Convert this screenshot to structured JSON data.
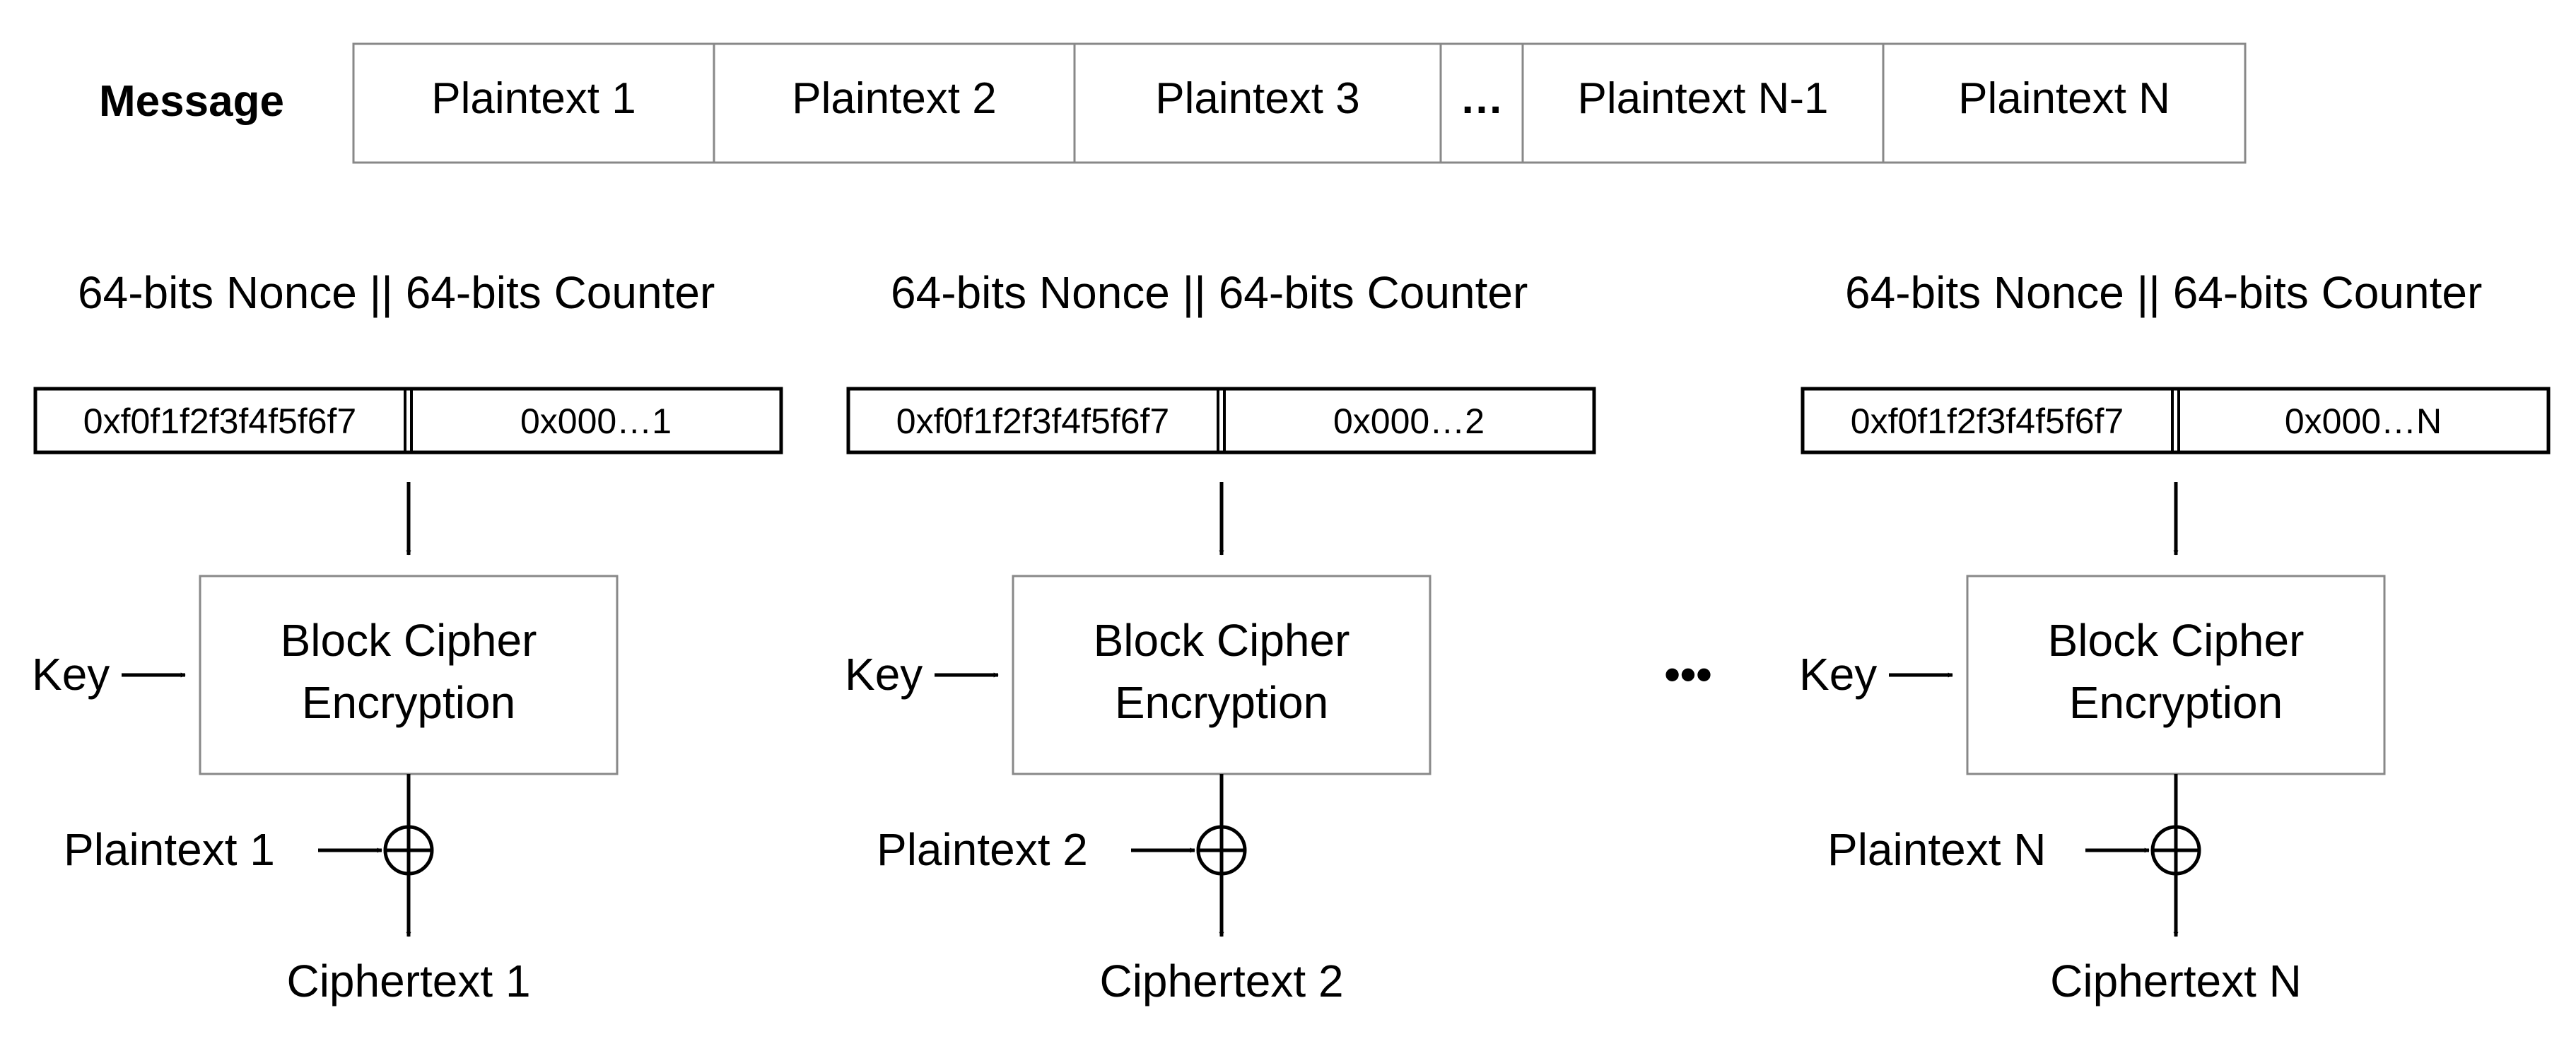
{
  "message": {
    "label": "Message",
    "blocks": [
      "Plaintext 1",
      "Plaintext 2",
      "Plaintext 3",
      "…",
      "Plaintext N-1",
      "Plaintext N"
    ]
  },
  "stages": [
    {
      "header": "64-bits Nonce || 64-bits Counter",
      "nonce": "0xf0f1f2f3f4f5f6f7",
      "counter": "0x000…1",
      "key": "Key",
      "cipher_line1": "Block Cipher",
      "cipher_line2": "Encryption",
      "plaintext": "Plaintext 1",
      "ciphertext": "Ciphertext 1"
    },
    {
      "header": "64-bits Nonce || 64-bits Counter",
      "nonce": "0xf0f1f2f3f4f5f6f7",
      "counter": "0x000…2",
      "key": "Key",
      "cipher_line1": "Block Cipher",
      "cipher_line2": "Encryption",
      "plaintext": "Plaintext 2",
      "ciphertext": "Ciphertext 2"
    },
    {
      "header": "64-bits Nonce || 64-bits Counter",
      "nonce": "0xf0f1f2f3f4f5f6f7",
      "counter": "0x000…N",
      "key": "Key",
      "cipher_line1": "Block Cipher",
      "cipher_line2": "Encryption",
      "plaintext": "Plaintext N",
      "ciphertext": "Ciphertext N"
    }
  ],
  "gap_ellipsis": "•••"
}
